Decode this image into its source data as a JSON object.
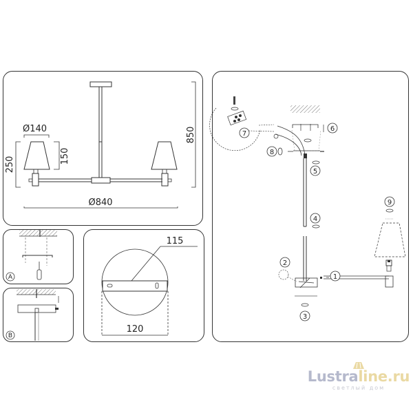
{
  "dimensions_panel": {
    "shade_diameter": "Ø140",
    "shade_height": "150",
    "arm_height": "250",
    "total_height": "850",
    "total_width": "Ø840"
  },
  "mount_step_a": {
    "label": "A"
  },
  "mount_step_b": {
    "label": "B"
  },
  "bracket_panel": {
    "bracket_length": "115",
    "canopy_diameter": "120"
  },
  "assembly_panel": {
    "steps": [
      "1",
      "2",
      "3",
      "4",
      "5",
      "6",
      "7",
      "8",
      "9"
    ]
  },
  "watermark": {
    "brand_part1": "Lustra",
    "brand_part2": "line.ru",
    "tagline": "светлый дом",
    "color_part1": "#b5b9cc",
    "color_part2": "#ead9a3"
  }
}
